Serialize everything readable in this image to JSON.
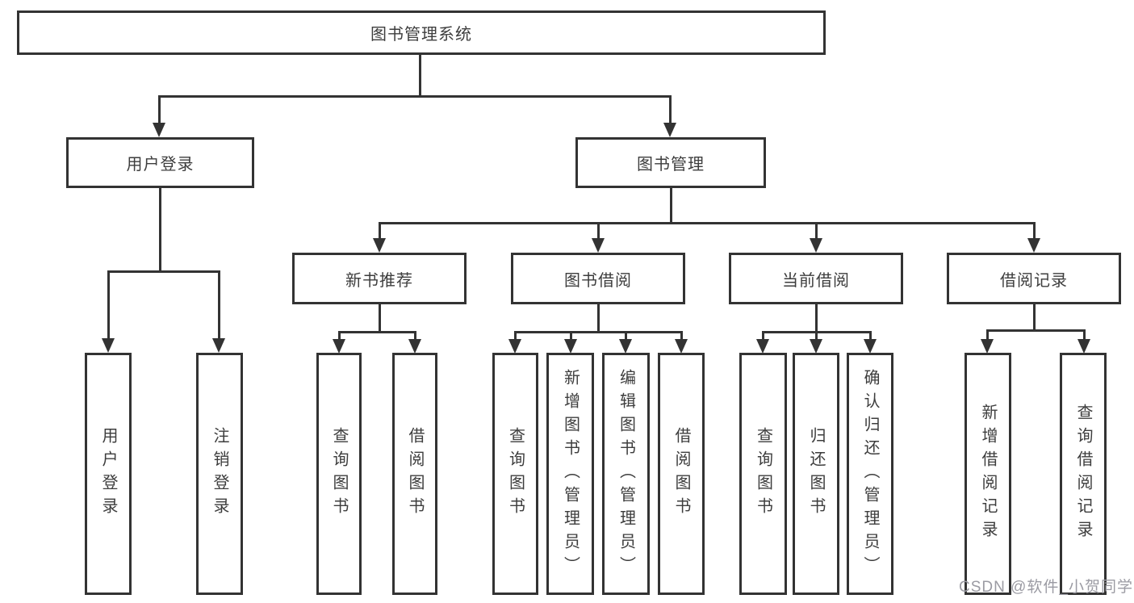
{
  "diagram": {
    "title_node": {
      "label": "图书管理系统"
    },
    "level2": [
      {
        "label": "用户登录"
      },
      {
        "label": "图书管理"
      }
    ],
    "level3": [
      {
        "label": "新书推荐"
      },
      {
        "label": "图书借阅"
      },
      {
        "label": "当前借阅"
      },
      {
        "label": "借阅记录"
      }
    ],
    "leaves": {
      "user_login": [
        {
          "label": "用户登录"
        },
        {
          "label": "注销登录"
        }
      ],
      "new_book": [
        {
          "label": "查询图书"
        },
        {
          "label": "借阅图书"
        }
      ],
      "book_borrow": [
        {
          "label": "查询图书"
        },
        {
          "label": "新增图书（管理员）"
        },
        {
          "label": "编辑图书（管理员）"
        },
        {
          "label": "借阅图书"
        }
      ],
      "current_borrow": [
        {
          "label": "查询图书"
        },
        {
          "label": "归还图书"
        },
        {
          "label": "确认归还（管理员）"
        }
      ],
      "borrow_record": [
        {
          "label": "新增借阅记录"
        },
        {
          "label": "查询借阅记录"
        }
      ]
    },
    "colors": {
      "line": "#333333",
      "text": "#3d3d3d",
      "background": "#ffffff",
      "watermark": "#9b9ba3"
    }
  },
  "watermark": {
    "text": "CSDN @软件_小贺同学"
  }
}
